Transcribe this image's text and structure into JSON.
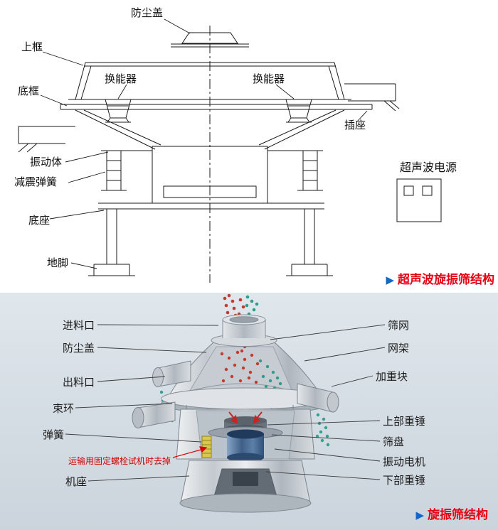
{
  "colors": {
    "caption_red": "#e60012",
    "arrow_blue": "#1266c8",
    "warning_red": "#d40000",
    "line_black": "#1a1a1a",
    "bottom_bg": "#d6dee5",
    "particle_red": "#c23b2e",
    "particle_green": "#2f9c8c",
    "motor_blue": "#3f5f86",
    "spring_yellow": "#d9c74f"
  },
  "top": {
    "labels": {
      "dust_cover": "防尘盖",
      "upper_frame": "上框",
      "transducer_left": "换能器",
      "transducer_right": "换能器",
      "bottom_frame": "底框",
      "socket": "插座",
      "vibrating_body": "振动体",
      "damping_spring": "减震弹簧",
      "ultrasonic_power": "超声波电源",
      "base": "底座",
      "anchor_foot": "地脚"
    },
    "caption": {
      "arrow": "▶",
      "text": "超声波旋振筛结构"
    }
  },
  "bottom": {
    "labels": {
      "feed_inlet": "进料口",
      "dust_cover": "防尘盖",
      "outlet": "出料口",
      "clamp_ring": "束环",
      "spring": "弹簧",
      "machine_base": "机座",
      "screen_mesh": "筛网",
      "mesh_frame": "网架",
      "weight_block": "加重块",
      "upper_weight": "上部重锤",
      "sieve_plate": "筛盘",
      "vibration_motor": "振动电机",
      "lower_weight": "下部重锤"
    },
    "warning": "运输用固定螺栓试机时去掉",
    "caption": {
      "arrow": "▶",
      "text": "旋振筛结构"
    }
  }
}
